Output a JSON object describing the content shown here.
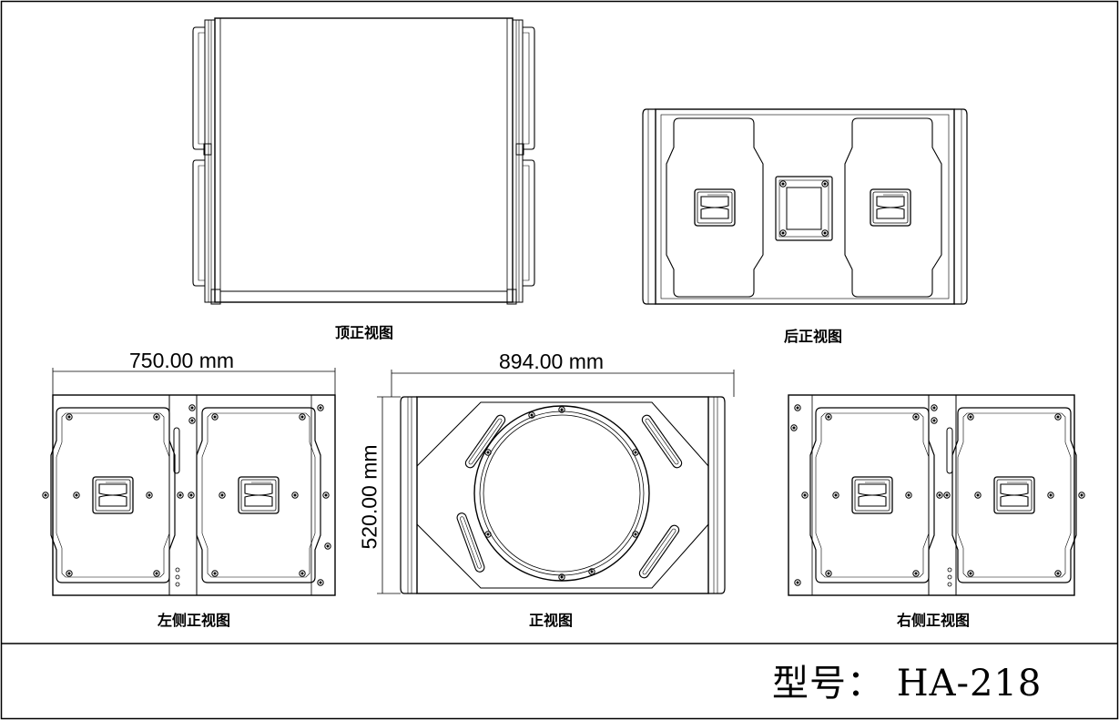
{
  "views": {
    "top": "顶正视图",
    "rear": "后正视图",
    "left": "左侧正视图",
    "front": "正视图",
    "right": "右侧正视图"
  },
  "dimensions": {
    "left_width": "750.00 mm",
    "front_width": "894.00 mm",
    "front_height": "520.00 mm"
  },
  "title_block": {
    "model": "型号： HA-218"
  }
}
